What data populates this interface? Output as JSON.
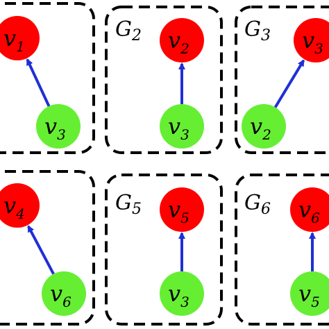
{
  "colors": {
    "target_node": "#ff0000",
    "source_node": "#66ee33",
    "edge": "#1f2fd6",
    "box_border": "#000000"
  },
  "panels": [
    {
      "label": "",
      "target": {
        "var": "v",
        "sub": "1"
      },
      "source": {
        "var": "v",
        "sub": "3"
      }
    },
    {
      "label": "G",
      "label_sub": "2",
      "target": {
        "var": "v",
        "sub": "2"
      },
      "source": {
        "var": "v",
        "sub": "3"
      }
    },
    {
      "label": "G",
      "label_sub": "3",
      "target": {
        "var": "v",
        "sub": "3"
      },
      "source": {
        "var": "v",
        "sub": "2"
      }
    },
    {
      "label": "",
      "target": {
        "var": "v",
        "sub": "4"
      },
      "source": {
        "var": "v",
        "sub": "6"
      }
    },
    {
      "label": "G",
      "label_sub": "5",
      "target": {
        "var": "v",
        "sub": "5"
      },
      "source": {
        "var": "v",
        "sub": "3"
      }
    },
    {
      "label": "G",
      "label_sub": "6",
      "target": {
        "var": "v",
        "sub": "6"
      },
      "source": {
        "var": "v",
        "sub": "5"
      }
    }
  ]
}
